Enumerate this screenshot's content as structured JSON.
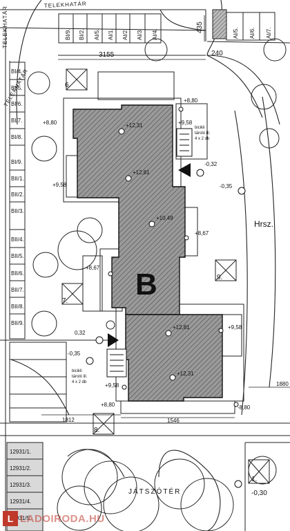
{
  "streets": {
    "top": "TELEKHATÁR",
    "left": "TELEKHATÁR",
    "bottom": "JÁTSZÓTÉR"
  },
  "building_letter": "B",
  "hrsz_label": "Hrsz.",
  "top_parcels": [
    "BI/9.",
    "BI/2.",
    "AI/5.",
    "AI/1.",
    "AI/2.",
    "AI/3.",
    "AI/4."
  ],
  "top_right_parcels": [
    "AI/5.",
    "AI/6.",
    "AI/7."
  ],
  "left_parcels": [
    "BI/4.",
    "BI/5.",
    "BI/6.",
    "BI/7.",
    "BI/8.",
    "BI/9.",
    "BII/1.",
    "BII/2.",
    "BII/3.",
    "BII/4.",
    "BII/5.",
    "BII/6.",
    "BII/7.",
    "BII/8.",
    "BII/9."
  ],
  "bottom_parcels": [
    "12931/1.",
    "12931/2.",
    "12931/3.",
    "12931/4.",
    "12931/5."
  ],
  "dimensions": {
    "d3155": "3155",
    "d435": "435",
    "d240": "240",
    "d1812": "1812",
    "d1546": "1546",
    "d1880": "1880"
  },
  "elevations": {
    "e880_top": "+8,80",
    "e880_left": "+8,80",
    "e1231_top": "+12,31",
    "e958_top": "+9,58",
    "e1281_top": "+12,81",
    "e958_left": "+9,58",
    "e032_right": "-0,32",
    "e035_right": "-0,35",
    "e1049": "+10,49",
    "e867_right": "+8,67",
    "e867_left": "+8,67",
    "e1281_bot": "+12,81",
    "e958_right": "+9,58",
    "e032_left": "0,32",
    "e035_left": "-0,35",
    "e1231_bot": "+12,31",
    "e958_bot": "+9,58",
    "e880_bot": "+8,80",
    "e880_br": "-8,80",
    "e030": "-0,30"
  },
  "storage_top": [
    "bicikli",
    "tároló ill.",
    "4 x 2 db"
  ],
  "storage_bottom": [
    "bicikli",
    "tároló ill.",
    "4 x 2 db"
  ],
  "markers": {
    "m6": "6.",
    "m7": "7.",
    "m8": "8.",
    "m9": "9.",
    "m1": "1."
  },
  "watermark": "LADOIRODA.HU"
}
